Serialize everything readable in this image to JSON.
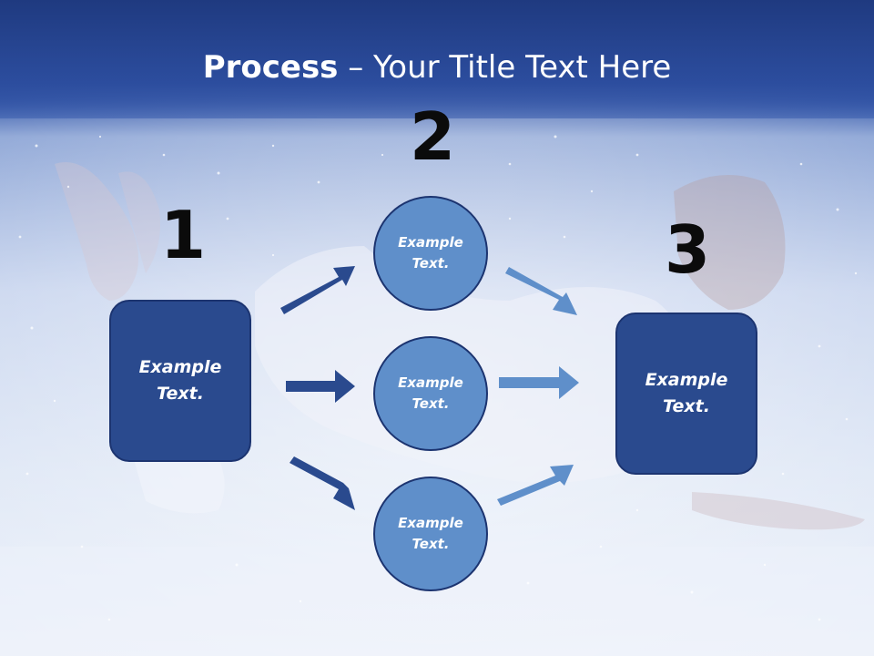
{
  "title": {
    "bold": "Process",
    "rest": " – Your Title Text Here"
  },
  "steps": {
    "one": "1",
    "two": "2",
    "three": "3"
  },
  "left_box": {
    "line1": "Example",
    "line2": "Text."
  },
  "circles": [
    {
      "line1": "Example",
      "line2": "Text."
    },
    {
      "line1": "Example",
      "line2": "Text."
    },
    {
      "line1": "Example",
      "line2": "Text."
    }
  ],
  "right_box": {
    "line1": "Example",
    "line2": "Text."
  },
  "colors": {
    "header": "#2c4d9e",
    "box_fill": "#2a4a8e",
    "circle_fill": "#5f8fca",
    "arrow_dark": "#2a4a8e",
    "arrow_light": "#5f8fca"
  }
}
